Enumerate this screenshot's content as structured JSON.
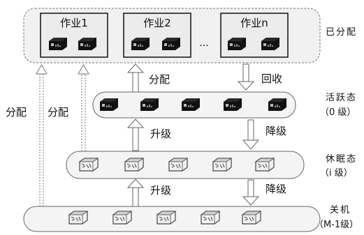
{
  "tiers": {
    "allocated": {
      "label": "已分配",
      "jobs": [
        "作业1",
        "作业2",
        "作业n"
      ],
      "ellipsis": "..."
    },
    "active": {
      "label": "活跃态",
      "sublabel": "（0 级）"
    },
    "dormant": {
      "label": "休眠态",
      "sublabel": "（i 级）"
    },
    "off": {
      "label": "关机",
      "sublabel": "（M-1级）"
    }
  },
  "arrows": {
    "allocate": "分配",
    "reclaim": "回收",
    "upgrade": "升级",
    "downgrade": "降级"
  }
}
